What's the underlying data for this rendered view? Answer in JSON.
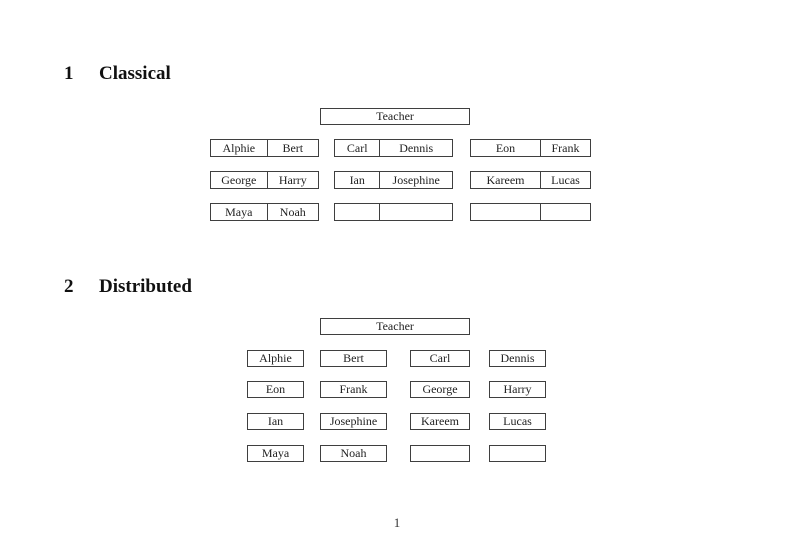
{
  "colors": {
    "ink": "#1a1a1a",
    "border": "#3f3f3f",
    "background": "#ffffff"
  },
  "page": {
    "number": "1"
  },
  "sections": [
    {
      "number": "1",
      "title": "Classical",
      "teacher_label": "Teacher",
      "rows": [
        [
          [
            "Alphie",
            "Bert"
          ],
          [
            "Carl",
            "Dennis"
          ],
          [
            "Eon",
            "Frank"
          ]
        ],
        [
          [
            "George",
            "Harry"
          ],
          [
            "Ian",
            "Josephine"
          ],
          [
            "Kareem",
            "Lucas"
          ]
        ],
        [
          [
            "Maya",
            "Noah"
          ],
          [
            "",
            ""
          ],
          [
            "",
            ""
          ]
        ]
      ]
    },
    {
      "number": "2",
      "title": "Distributed",
      "teacher_label": "Teacher",
      "rows": [
        [
          "Alphie",
          "Bert",
          "Carl",
          "Dennis"
        ],
        [
          "Eon",
          "Frank",
          "George",
          "Harry"
        ],
        [
          "Ian",
          "Josephine",
          "Kareem",
          "Lucas"
        ],
        [
          "Maya",
          "Noah",
          "",
          ""
        ]
      ]
    }
  ]
}
